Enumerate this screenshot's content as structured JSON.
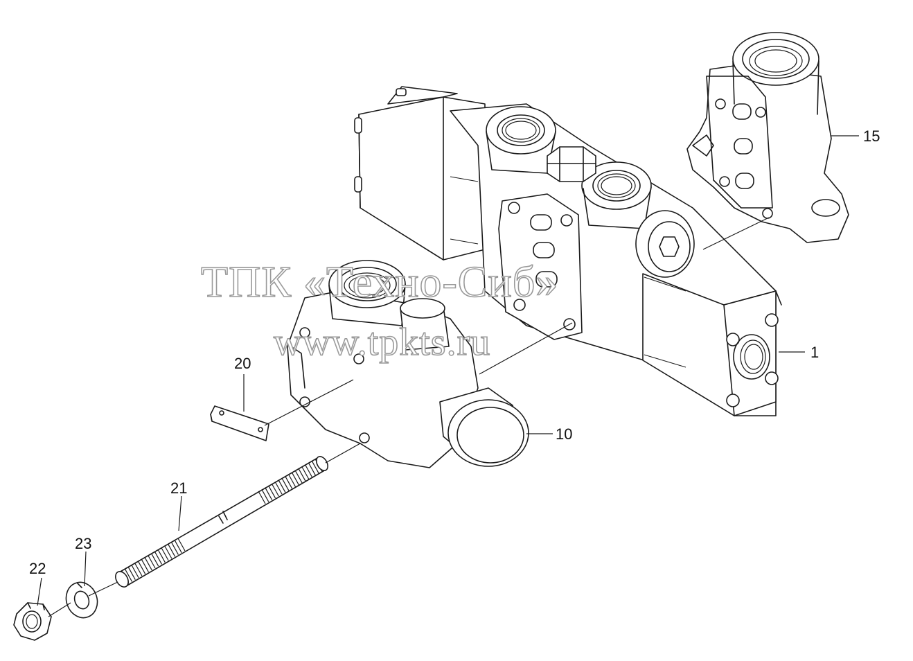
{
  "callouts": {
    "c15": "15",
    "c1": "1",
    "c10": "10",
    "c20": "20",
    "c21": "21",
    "c23": "23",
    "c22": "22"
  },
  "watermark": {
    "line1": "ТПК «Техно-Сиб»",
    "line2": "www.tpkts.ru"
  },
  "colors": {
    "ink": "#1a1a1a",
    "watermark_outline": "#9a9a9a",
    "background": "#ffffff"
  }
}
